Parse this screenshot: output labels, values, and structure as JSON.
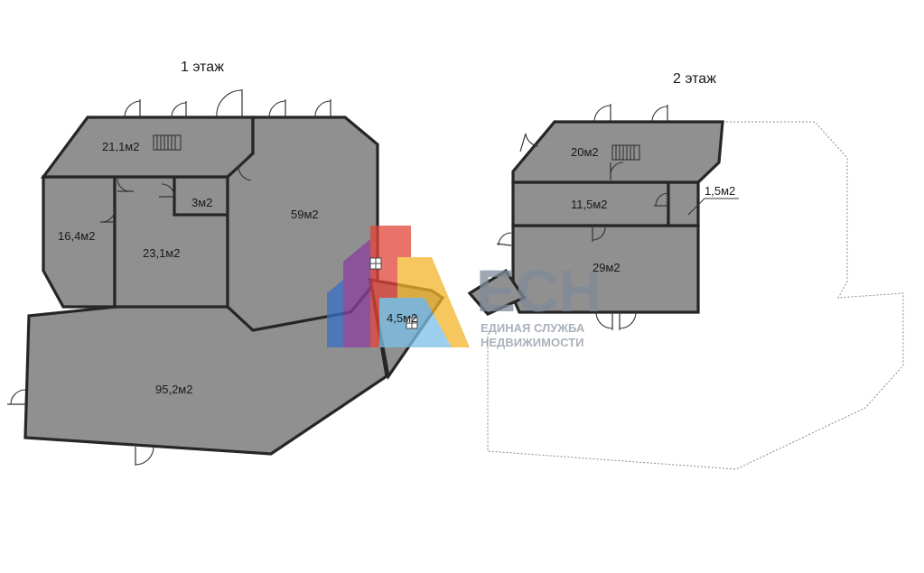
{
  "floors": [
    {
      "label": "1 этаж",
      "rooms": [
        {
          "area": "21,1м2"
        },
        {
          "area": "16,4м2"
        },
        {
          "area": "23,1м2"
        },
        {
          "area": "3м2"
        },
        {
          "area": "59м2"
        },
        {
          "area": "95,2м2"
        },
        {
          "area": "4,5м2"
        }
      ]
    },
    {
      "label": "2 этаж",
      "rooms": [
        {
          "area": "20м2"
        },
        {
          "area": "11,5м2"
        },
        {
          "area": "1,5м2"
        },
        {
          "area": "29м2"
        }
      ]
    }
  ],
  "watermark": {
    "logo": "ЕСН",
    "line1": "ЕДИНАЯ СЛУЖБА",
    "line2": "НЕДВИЖИМОСТИ",
    "colors": [
      "#3a6fc4",
      "#8a3fa0",
      "#e2453a",
      "#f3b32a",
      "#7ac0e8"
    ]
  },
  "colors": {
    "room_fill": "#909090",
    "wall": "#262626",
    "background": "#ffffff"
  }
}
